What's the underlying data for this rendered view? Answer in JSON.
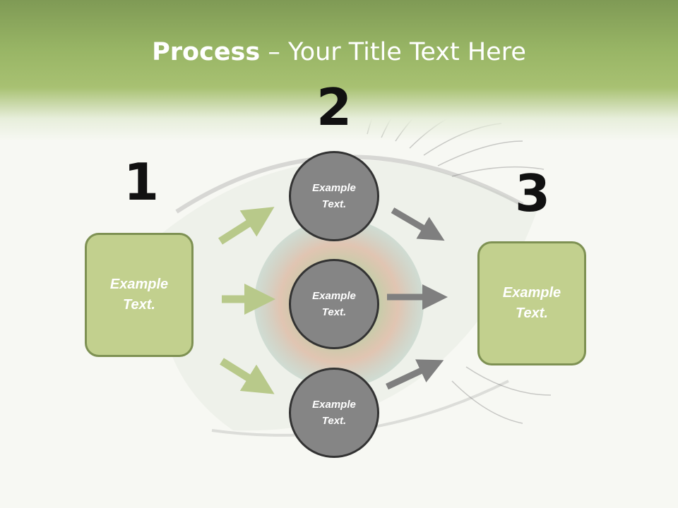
{
  "title": {
    "bold": "Process",
    "rest": " – Your Title Text Here"
  },
  "steps": {
    "one": "1",
    "two": "2",
    "three": "3"
  },
  "left_box": "Example\nText.",
  "right_box": "Example\nText.",
  "circles": [
    "Example\nText.",
    "Example\nText.",
    "Example\nText."
  ],
  "colors": {
    "header_green": "#98b565",
    "box_fill": "#c2d08e",
    "box_border": "#7e9153",
    "circle_fill": "#858585",
    "circle_border": "#333333",
    "green_arrow": "#b8c98a",
    "gray_arrow": "#7f7f7f"
  },
  "background_image": "eye-photo"
}
